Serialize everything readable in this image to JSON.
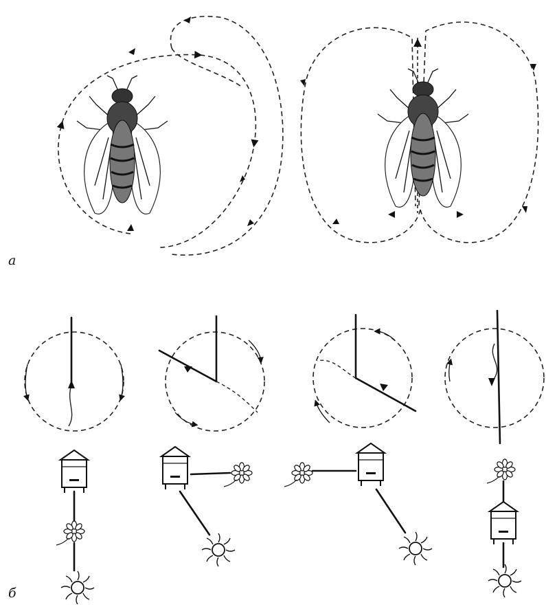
{
  "labels": {
    "panel_a": "а",
    "panel_b": "б"
  },
  "colors": {
    "ink": "#111111",
    "paper": "#ffffff"
  },
  "icons": {
    "bee": "bee-icon",
    "hive": "beehive-icon",
    "flower": "flower-icon",
    "sun": "sun-icon"
  },
  "panel_a": {
    "dances": [
      {
        "name": "round-dance"
      },
      {
        "name": "waggle-dance"
      }
    ]
  },
  "panel_b": {
    "direction_diagrams": [
      {
        "dance_angle_deg": 0,
        "waggle": "up"
      },
      {
        "dance_angle_deg": -60,
        "waggle": "up-left"
      },
      {
        "dance_angle_deg": 120,
        "waggle": "down-right"
      },
      {
        "dance_angle_deg": 180,
        "waggle": "down"
      }
    ]
  }
}
